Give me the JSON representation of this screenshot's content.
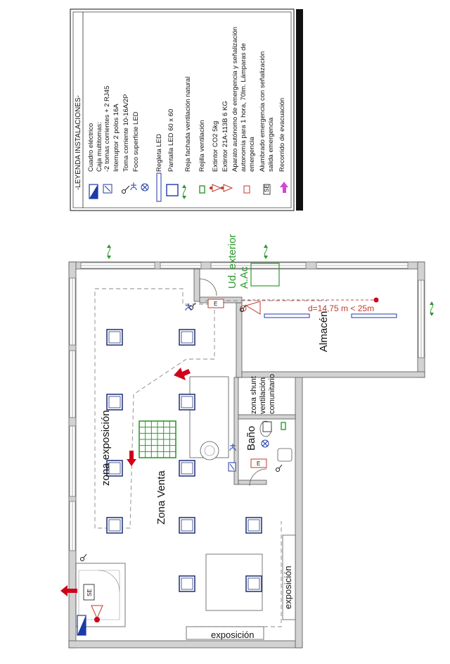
{
  "legend": {
    "title": "-LEYENDA INSTALACIONES-",
    "items": [
      {
        "label": "Cuadro eléctrico",
        "icon": "electrical-panel-icon"
      },
      {
        "label": "Caja multitomas:",
        "icon": "multi-socket-box-icon"
      },
      {
        "label": "-2 tomas corrientes + 2 RJ45",
        "icon": ""
      },
      {
        "label": "Interruptor 2 polos 16A",
        "icon": "switch-icon"
      },
      {
        "label": "Toma corriente 10-16A/2P",
        "icon": "socket-icon"
      },
      {
        "label": "Foco superficie LED",
        "icon": "led-spotlight-icon"
      },
      {
        "label": "Regleta LED",
        "icon": "led-strip-icon"
      },
      {
        "label": "Pantalla LED 60 x 60",
        "icon": "led-panel-icon"
      },
      {
        "label": "Reja fachada ventilación natural",
        "icon": "facade-vent-icon"
      },
      {
        "label": "Rejilla ventilación",
        "icon": "vent-grille-icon"
      },
      {
        "label": "Extintor CO2 5kg",
        "icon": "co2-extinguisher-icon"
      },
      {
        "label": "Extintor 21A-113B 6 KG",
        "icon": "powder-extinguisher-icon"
      },
      {
        "label": "Aparato autónomo de emergencia y señalización",
        "icon": "emergency-light-icon"
      },
      {
        "label": "autonomía para 1 hora, 70lm. Lámparas de",
        "icon": ""
      },
      {
        "label": "emergencia",
        "icon": ""
      },
      {
        "label": "Alumbrado emergencia con señalización",
        "icon": "emergency-exit-sign-icon"
      },
      {
        "label": "salida emergencia",
        "icon": ""
      },
      {
        "label": "Recorrido de evacuación",
        "icon": "evacuation-route-icon"
      }
    ]
  },
  "rooms": {
    "zona_exposicion": "zona exposición",
    "zona_venta": "Zona Venta",
    "exposicion_right": "exposición",
    "exposicion_bottom": "exposición",
    "bano": "Baño",
    "shunt_1": "zona shunt",
    "shunt_2": "ventilación",
    "shunt_3": "comunitario",
    "almacen": "Almacén",
    "ud_exterior_1": "Ud. exterior",
    "ud_exterior_2": "A.Ac",
    "distance": "d=14,75 m < 25m"
  },
  "symbols": {
    "se": "SE",
    "e": "E"
  },
  "colors": {
    "wall": "#d2d2d2",
    "line": "#1a1a1a",
    "led": "#2a3a7c",
    "green": "#2e9a2e",
    "red": "#d0021b",
    "pink": "#d04ad0"
  }
}
